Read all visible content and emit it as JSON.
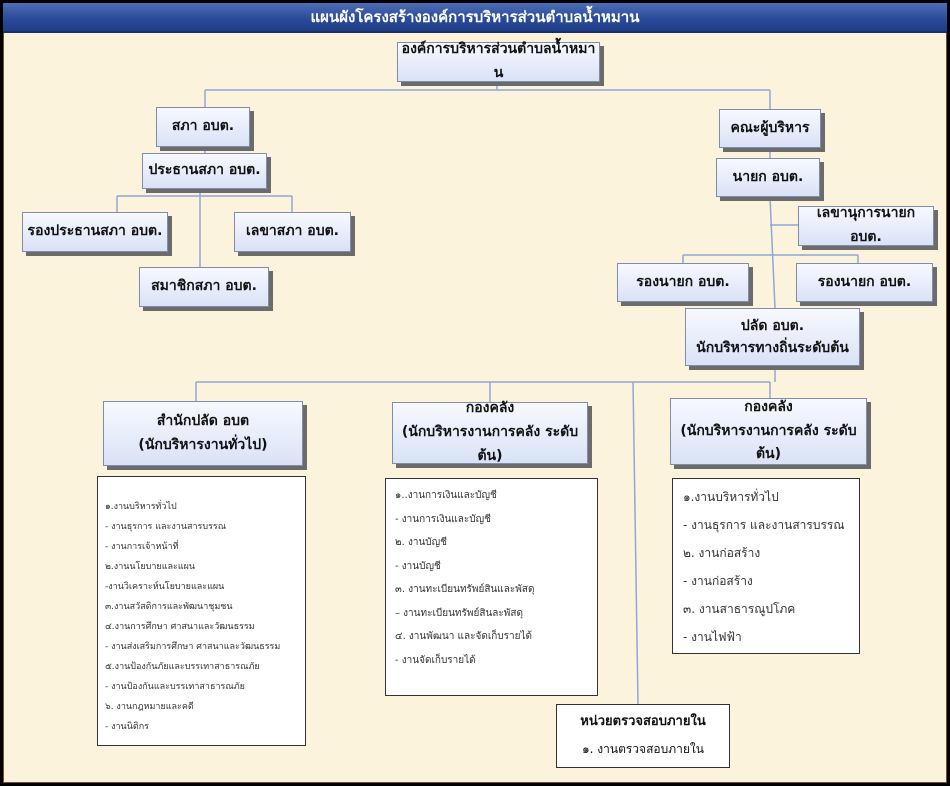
{
  "title": "แผนผังโครงสร้างองค์การบริหารส่วนตำบลน้ำหมาน",
  "root": "องค์การบริหารส่วนตำบลน้ำหมาน",
  "council": {
    "council": "สภา อบต.",
    "chair": "ประธานสภา อบต.",
    "vice_chair": "รองประธานสภา อบต.",
    "secretary": "เลขาสภา อบต.",
    "member": "สมาชิกสภา อบต."
  },
  "executive": {
    "board": "คณะผู้บริหาร",
    "mayor": "นายก อบต.",
    "mayor_secretary": "เลขานุการนายก อบต.",
    "deputy_left": "รองนายก อบต.",
    "deputy_right": "รองนายก อบต.",
    "clerk_line1": "ปลัด อบต.",
    "clerk_line2": "นักบริหารทางถิ่นระดับต้น"
  },
  "divisions": [
    {
      "title": "สำนักปลัด อบต",
      "subtitle": "(นักบริหารงานทั่วไป)",
      "items": [
        "๑.งานบริหารทั่วไป",
        "- งานธุรการ และงานสารบรรณ",
        "- งานการเจ้าหน้าที่",
        "๒.งานนโยบายและแผน",
        "-งานวิเคราะห์นโยบายและแผน",
        "๓.งานสวัสดิการและพัฒนาชุมชน",
        "๔.งานการศึกษา ศาสนาและวัฒนธรรม",
        "- งานส่งเสริมการศึกษา ศาสนาและวัฒนธรรม",
        "๕.งานป้องกันภัยและบรรเทาสาธารณภัย",
        "- งานป้องกันและบรรเทาสาธารณภัย",
        "๖. งานกฎหมายและคดี",
        "- งานนิติกร"
      ]
    },
    {
      "title": "กองคลัง",
      "subtitle": "(นักบริหารงานการคลัง ระดับต้น)",
      "items": [
        "๑..งานการเงินและบัญชี",
        "- งานการเงินและบัญชี",
        "๒. งานบัญชี",
        "- งานบัญชี",
        "๓. งานทะเบียนทรัพย์สินและพัสดุ",
        "– งานทะเบียนทรัพย์สินละพัสดุ",
        "๔. งานพัฒนา และจัดเก็บรายได้",
        "- งานจัดเก็บรายได้"
      ]
    },
    {
      "title": "กองคลัง",
      "subtitle": "(นักบริหารงานการคลัง ระดับต้น)",
      "items": [
        "๑.งานบริหารทั่วไป",
        "- งานธุรการ และงานสารบรรณ",
        "๒. งานก่อสร้าง",
        "- งานก่อสร้าง",
        "๓. งานสาธารณูปโภค",
        "- งานไฟฟ้า"
      ]
    }
  ],
  "audit": {
    "title": "หน่วยตรวจสอบภายใน",
    "item": "๑. งานตรวจสอบภายใน"
  }
}
